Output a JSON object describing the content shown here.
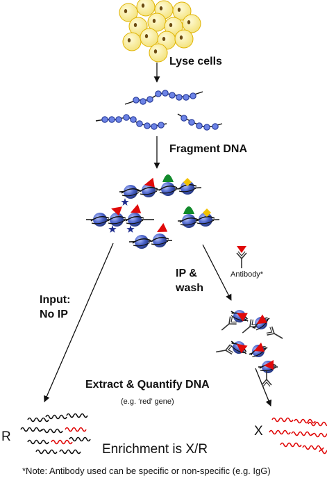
{
  "steps": {
    "lyse": "Lyse cells",
    "fragment": "Fragment DNA",
    "ip_wash_line1": "IP &",
    "ip_wash_line2": "wash",
    "input_line1": "Input:",
    "input_line2": "No IP",
    "extract": "Extract & Quantify DNA",
    "example": "(e.g. ‘red’ gene)"
  },
  "antibody_label": "Antibody*",
  "result": {
    "left_letter": "R",
    "right_letter": "X",
    "enrichment": "Enrichment is X/R"
  },
  "footnote": "*Note: Antibody used can be specific or non-specific (e.g. IgG)",
  "colors": {
    "cell_fill": "#F6EC9A",
    "cell_stroke": "#E0B300",
    "nucleus": "#6B4A10",
    "nucleosome": "#4A62C8",
    "dna": "#111111",
    "mark_red": "#E00A0A",
    "mark_green": "#118A2B",
    "mark_yellow": "#F2C200",
    "mark_star": "#1C2A8C"
  }
}
